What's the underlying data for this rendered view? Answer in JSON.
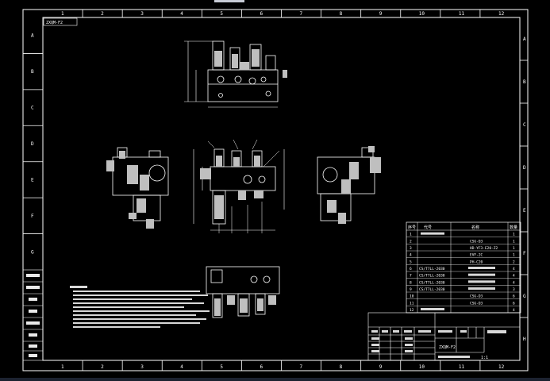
{
  "drawing": {
    "frame_col_numbers": [
      "1",
      "2",
      "3",
      "4",
      "5",
      "6",
      "7",
      "8",
      "9",
      "10",
      "11",
      "12"
    ],
    "frame_row_letters": [
      "A",
      "B",
      "C",
      "D",
      "E",
      "F",
      "G",
      "H"
    ],
    "frame_row_letters_left": [
      "A",
      "B",
      "C",
      "D",
      "E",
      "F",
      "G"
    ],
    "top_left_stamp": "ZXQM-F2"
  },
  "bom": {
    "headers": [
      "序号",
      "代号",
      "名称",
      "数量"
    ],
    "rows": [
      {
        "no": "1",
        "code": "",
        "name": "",
        "qty": "1"
      },
      {
        "no": "2",
        "code": "",
        "name": "CSG-D3",
        "qty": "1"
      },
      {
        "no": "3",
        "code": "",
        "name": "HD-YF3-E20-Z2",
        "qty": "1"
      },
      {
        "no": "4",
        "code": "",
        "name": "EVF-2C",
        "qty": "1"
      },
      {
        "no": "5",
        "code": "",
        "name": "PH-C20",
        "qty": "2"
      },
      {
        "no": "6",
        "code": "CS/T7LL-2030",
        "name": "",
        "qty": "4"
      },
      {
        "no": "7",
        "code": "CS/T7LL-2030",
        "name": "",
        "qty": "4"
      },
      {
        "no": "8",
        "code": "CS/T7LL-2030",
        "name": "",
        "qty": "4"
      },
      {
        "no": "9",
        "code": "CS/T7LL-2030",
        "name": "",
        "qty": "3"
      },
      {
        "no": "10",
        "code": "",
        "name": "CSG-D3",
        "qty": "6"
      },
      {
        "no": "11",
        "code": "",
        "name": "CSG-D3",
        "qty": "6"
      },
      {
        "no": "12",
        "code": "",
        "name": "",
        "qty": "4"
      }
    ]
  },
  "title_block": {
    "scale": "1:1",
    "drawing_no": "ZXQM-F2"
  }
}
